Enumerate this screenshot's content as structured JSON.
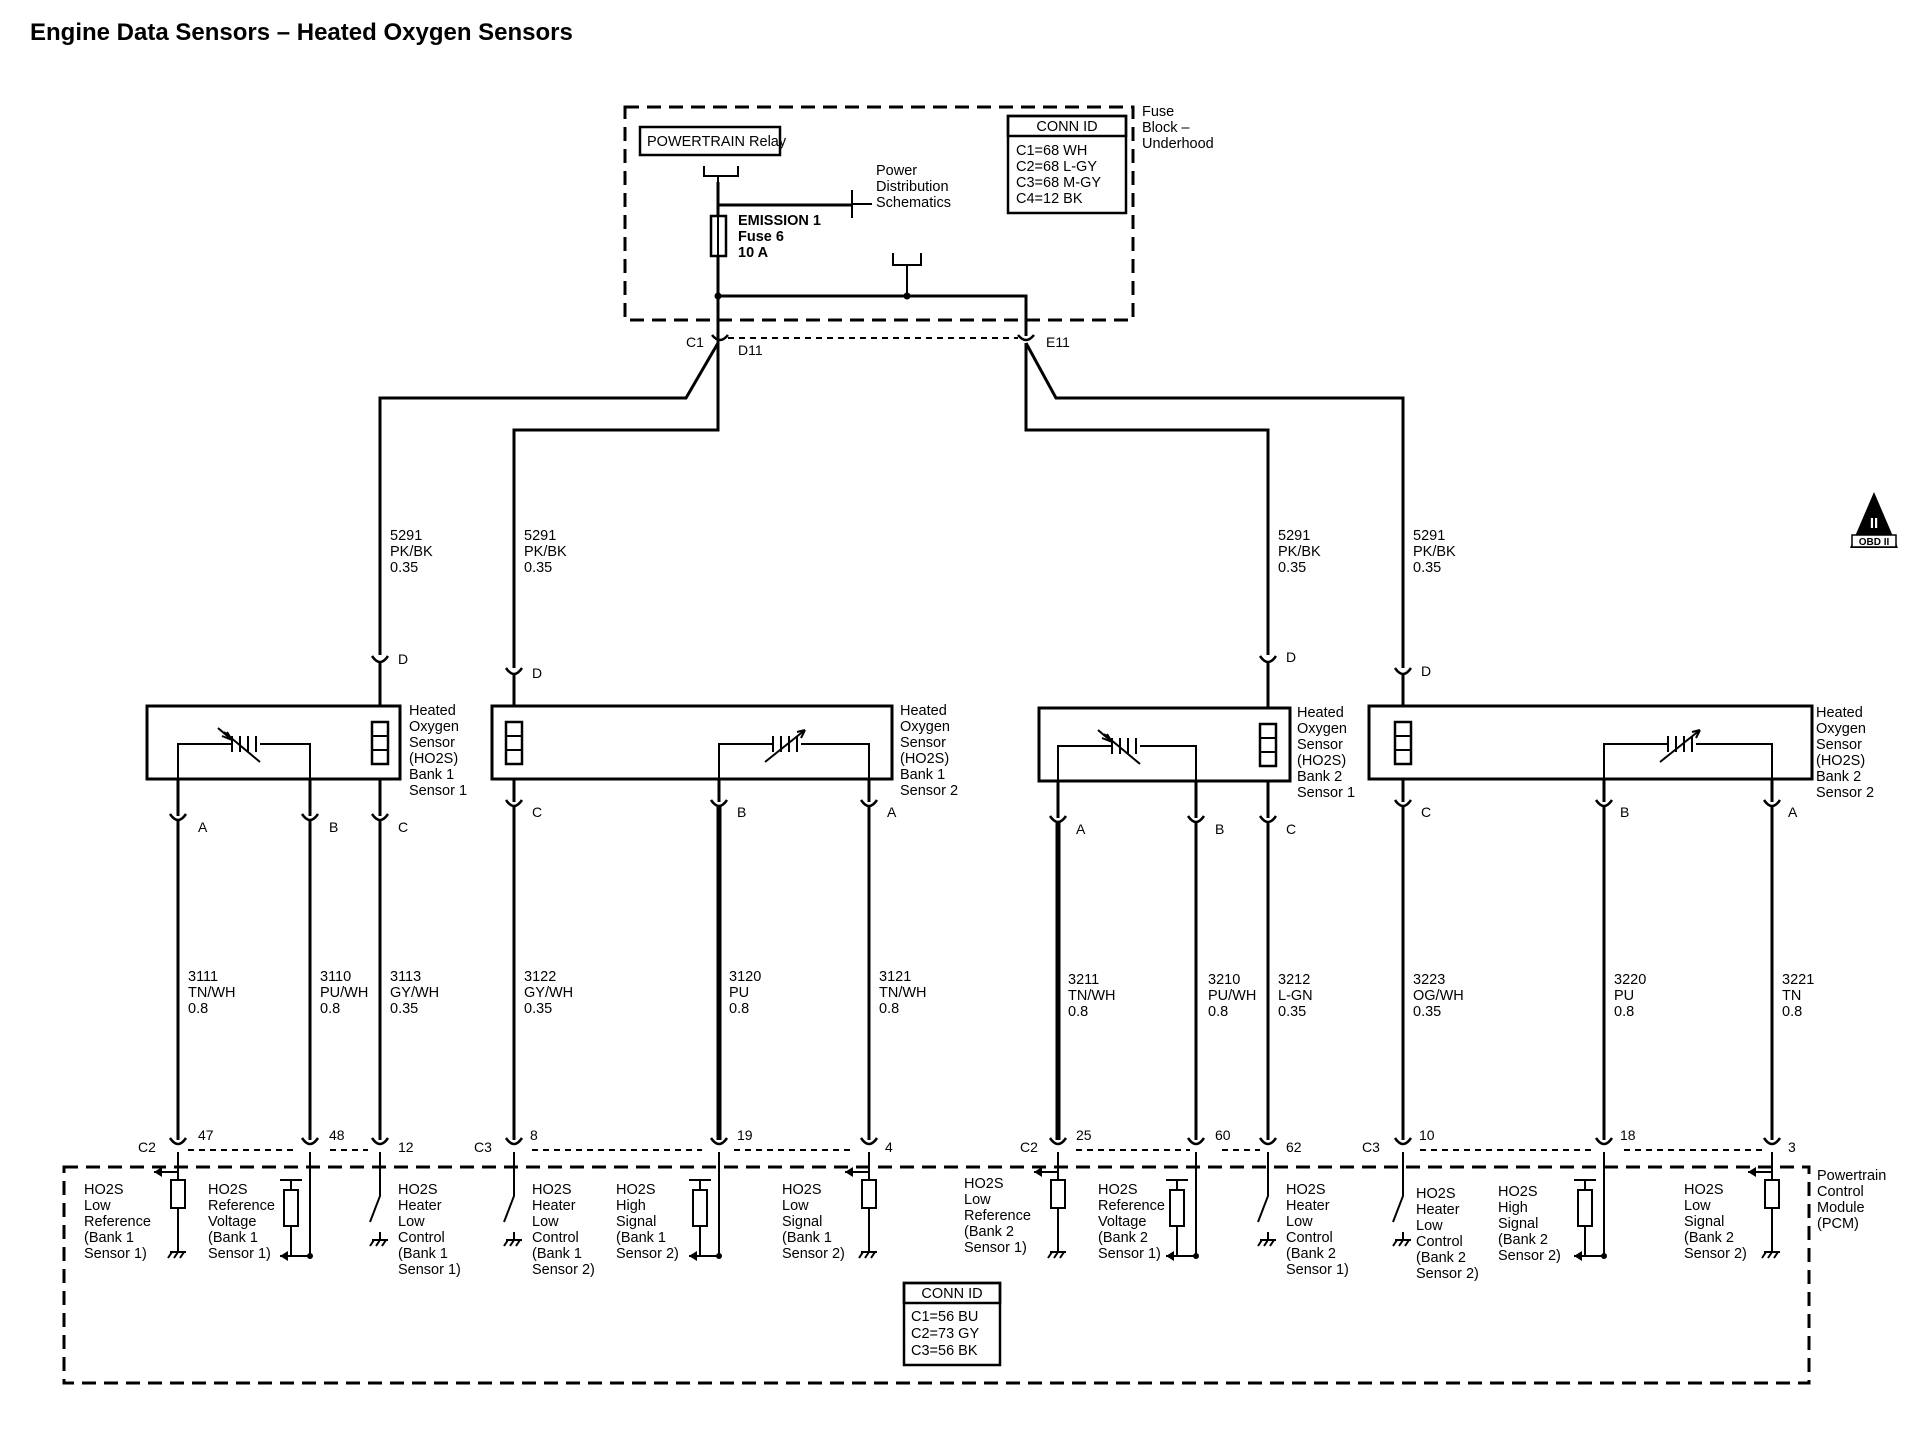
{
  "title": "Engine Data Sensors – Heated Oxygen Sensors",
  "fuse_block": {
    "label": [
      "Fuse",
      "Block –",
      "Underhood"
    ],
    "relay": "POWERTRAIN Relay",
    "power_dist": [
      "Power",
      "Distribution",
      "Schematics"
    ],
    "fuse": [
      "EMISSION 1",
      "Fuse 6",
      "10 A"
    ],
    "conn_id_title": "CONN ID",
    "conn_ids": [
      "C1=68 WH",
      "C2=68 L-GY",
      "C3=68 M-GY",
      "C4=12 BK"
    ],
    "conn_c1": "C1",
    "pin_d11": "D11",
    "pin_e11": "E11"
  },
  "supply_wires": [
    [
      "5291",
      "PK/BK",
      "0.35"
    ],
    [
      "5291",
      "PK/BK",
      "0.35"
    ],
    [
      "5291",
      "PK/BK",
      "0.35"
    ],
    [
      "5291",
      "PK/BK",
      "0.35"
    ]
  ],
  "sensors": [
    {
      "lines": [
        "Heated",
        "Oxygen",
        "Sensor",
        "(HO2S)",
        "Bank 1",
        "Sensor 1"
      ],
      "pin_d": "D",
      "pins": [
        "A",
        "B",
        "C"
      ]
    },
    {
      "lines": [
        "Heated",
        "Oxygen",
        "Sensor",
        "(HO2S)",
        "Bank 1",
        "Sensor 2"
      ],
      "pin_d": "D",
      "pins": [
        "C",
        "B",
        "A"
      ]
    },
    {
      "lines": [
        "Heated",
        "Oxygen",
        "Sensor",
        "(HO2S)",
        "Bank 2",
        "Sensor 1"
      ],
      "pin_d": "D",
      "pins": [
        "A",
        "B",
        "C"
      ]
    },
    {
      "lines": [
        "Heated",
        "Oxygen",
        "Sensor",
        "(HO2S)",
        "Bank 2",
        "Sensor 2"
      ],
      "pin_d": "D",
      "pins": [
        "C",
        "B",
        "A"
      ]
    }
  ],
  "signal_wires": [
    [
      "3111",
      "TN/WH",
      "0.8"
    ],
    [
      "3110",
      "PU/WH",
      "0.8"
    ],
    [
      "3113",
      "GY/WH",
      "0.35"
    ],
    [
      "3122",
      "GY/WH",
      "0.35"
    ],
    [
      "3120",
      "PU",
      "0.8"
    ],
    [
      "3121",
      "TN/WH",
      "0.8"
    ],
    [
      "3211",
      "TN/WH",
      "0.8"
    ],
    [
      "3210",
      "PU/WH",
      "0.8"
    ],
    [
      "3212",
      "L-GN",
      "0.35"
    ],
    [
      "3223",
      "OG/WH",
      "0.35"
    ],
    [
      "3220",
      "PU",
      "0.8"
    ],
    [
      "3221",
      "TN",
      "0.8"
    ]
  ],
  "pcm": {
    "label": [
      "Powertrain",
      "Control",
      "Module",
      "(PCM)"
    ],
    "connectors": [
      "C2",
      "C3",
      "C2",
      "C3"
    ],
    "pins": [
      "47",
      "48",
      "12",
      "8",
      "19",
      "4",
      "25",
      "60",
      "62",
      "10",
      "18",
      "3"
    ],
    "circuits": [
      [
        "HO2S",
        "Low",
        "Reference",
        "(Bank 1",
        "Sensor 1)"
      ],
      [
        "HO2S",
        "Reference",
        "Voltage",
        "(Bank 1",
        "Sensor 1)"
      ],
      [
        "HO2S",
        "Heater",
        "Low",
        "Control",
        "(Bank 1",
        "Sensor 1)"
      ],
      [
        "HO2S",
        "Heater",
        "Low",
        "Control",
        "(Bank 1",
        "Sensor 2)"
      ],
      [
        "HO2S",
        "High",
        "Signal",
        "(Bank 1",
        "Sensor 2)"
      ],
      [
        "HO2S",
        "Low",
        "Signal",
        "(Bank 1",
        "Sensor 2)"
      ],
      [
        "HO2S",
        "Low",
        "Reference",
        "(Bank 2",
        "Sensor 1)"
      ],
      [
        "HO2S",
        "Reference",
        "Voltage",
        "(Bank 2",
        "Sensor 1)"
      ],
      [
        "HO2S",
        "Heater",
        "Low",
        "Control",
        "(Bank 2",
        "Sensor 1)"
      ],
      [
        "HO2S",
        "Heater",
        "Low",
        "Control",
        "(Bank 2",
        "Sensor 2)"
      ],
      [
        "HO2S",
        "High",
        "Signal",
        "(Bank 2",
        "Sensor 2)"
      ],
      [
        "HO2S",
        "Low",
        "Signal",
        "(Bank 2",
        "Sensor 2)"
      ]
    ],
    "conn_id_title": "CONN ID",
    "conn_ids": [
      "C1=56 BU",
      "C2=73 GY",
      "C3=56 BK"
    ]
  },
  "obd_badge": {
    "numeral": "II",
    "label": "OBD II"
  }
}
